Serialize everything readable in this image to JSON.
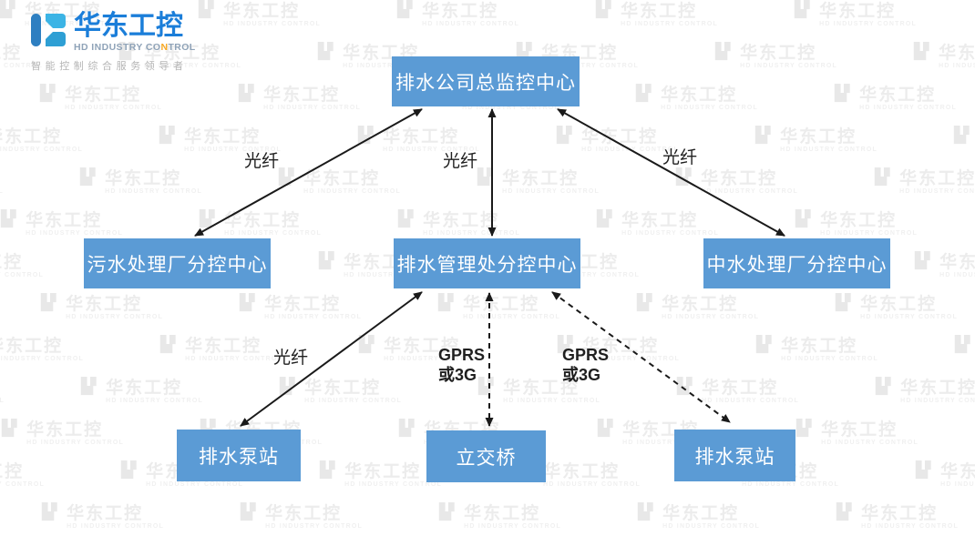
{
  "logo": {
    "title": "华东工控",
    "subtitle_part1": "HD INDUSTRY CO",
    "subtitle_accent": "N",
    "subtitle_part2": "TROL",
    "tagline": "智能控制综合服务领导者"
  },
  "watermark": {
    "cn": "华东工控",
    "en": "HD INDUSTRY CONTROL",
    "blocks": "▙▘"
  },
  "colors": {
    "node_fill": "#5b9bd5",
    "node_text": "#ffffff",
    "arrow": "#1a1a1a",
    "logo_blue": "#1b7ed9",
    "logo_gray": "#8fa3b8",
    "logo_accent": "#f7a823"
  },
  "diagram": {
    "nodes": [
      {
        "id": "hq",
        "label": "排水公司总监控中心"
      },
      {
        "id": "sewage",
        "label": "污水处理厂分控中心"
      },
      {
        "id": "mgmt",
        "label": "排水管理处分控中心"
      },
      {
        "id": "reclaimed",
        "label": "中水处理厂分控中心"
      },
      {
        "id": "pump_left",
        "label": "排水泵站"
      },
      {
        "id": "bridge",
        "label": "立交桥"
      },
      {
        "id": "pump_right",
        "label": "排水泵站"
      }
    ],
    "labels": {
      "fiber": "光纤",
      "gprs_line1": "GPRS",
      "gprs_line2": "或3G"
    },
    "links": [
      {
        "from": "hq",
        "to": "sewage",
        "medium": "光纤",
        "style": "solid"
      },
      {
        "from": "hq",
        "to": "mgmt",
        "medium": "光纤",
        "style": "solid"
      },
      {
        "from": "hq",
        "to": "reclaimed",
        "medium": "光纤",
        "style": "solid"
      },
      {
        "from": "mgmt",
        "to": "pump_left",
        "medium": "光纤",
        "style": "solid"
      },
      {
        "from": "mgmt",
        "to": "bridge",
        "medium": "GPRS或3G",
        "style": "dashed"
      },
      {
        "from": "mgmt",
        "to": "pump_right",
        "medium": "GPRS或3G",
        "style": "dashed"
      }
    ]
  }
}
